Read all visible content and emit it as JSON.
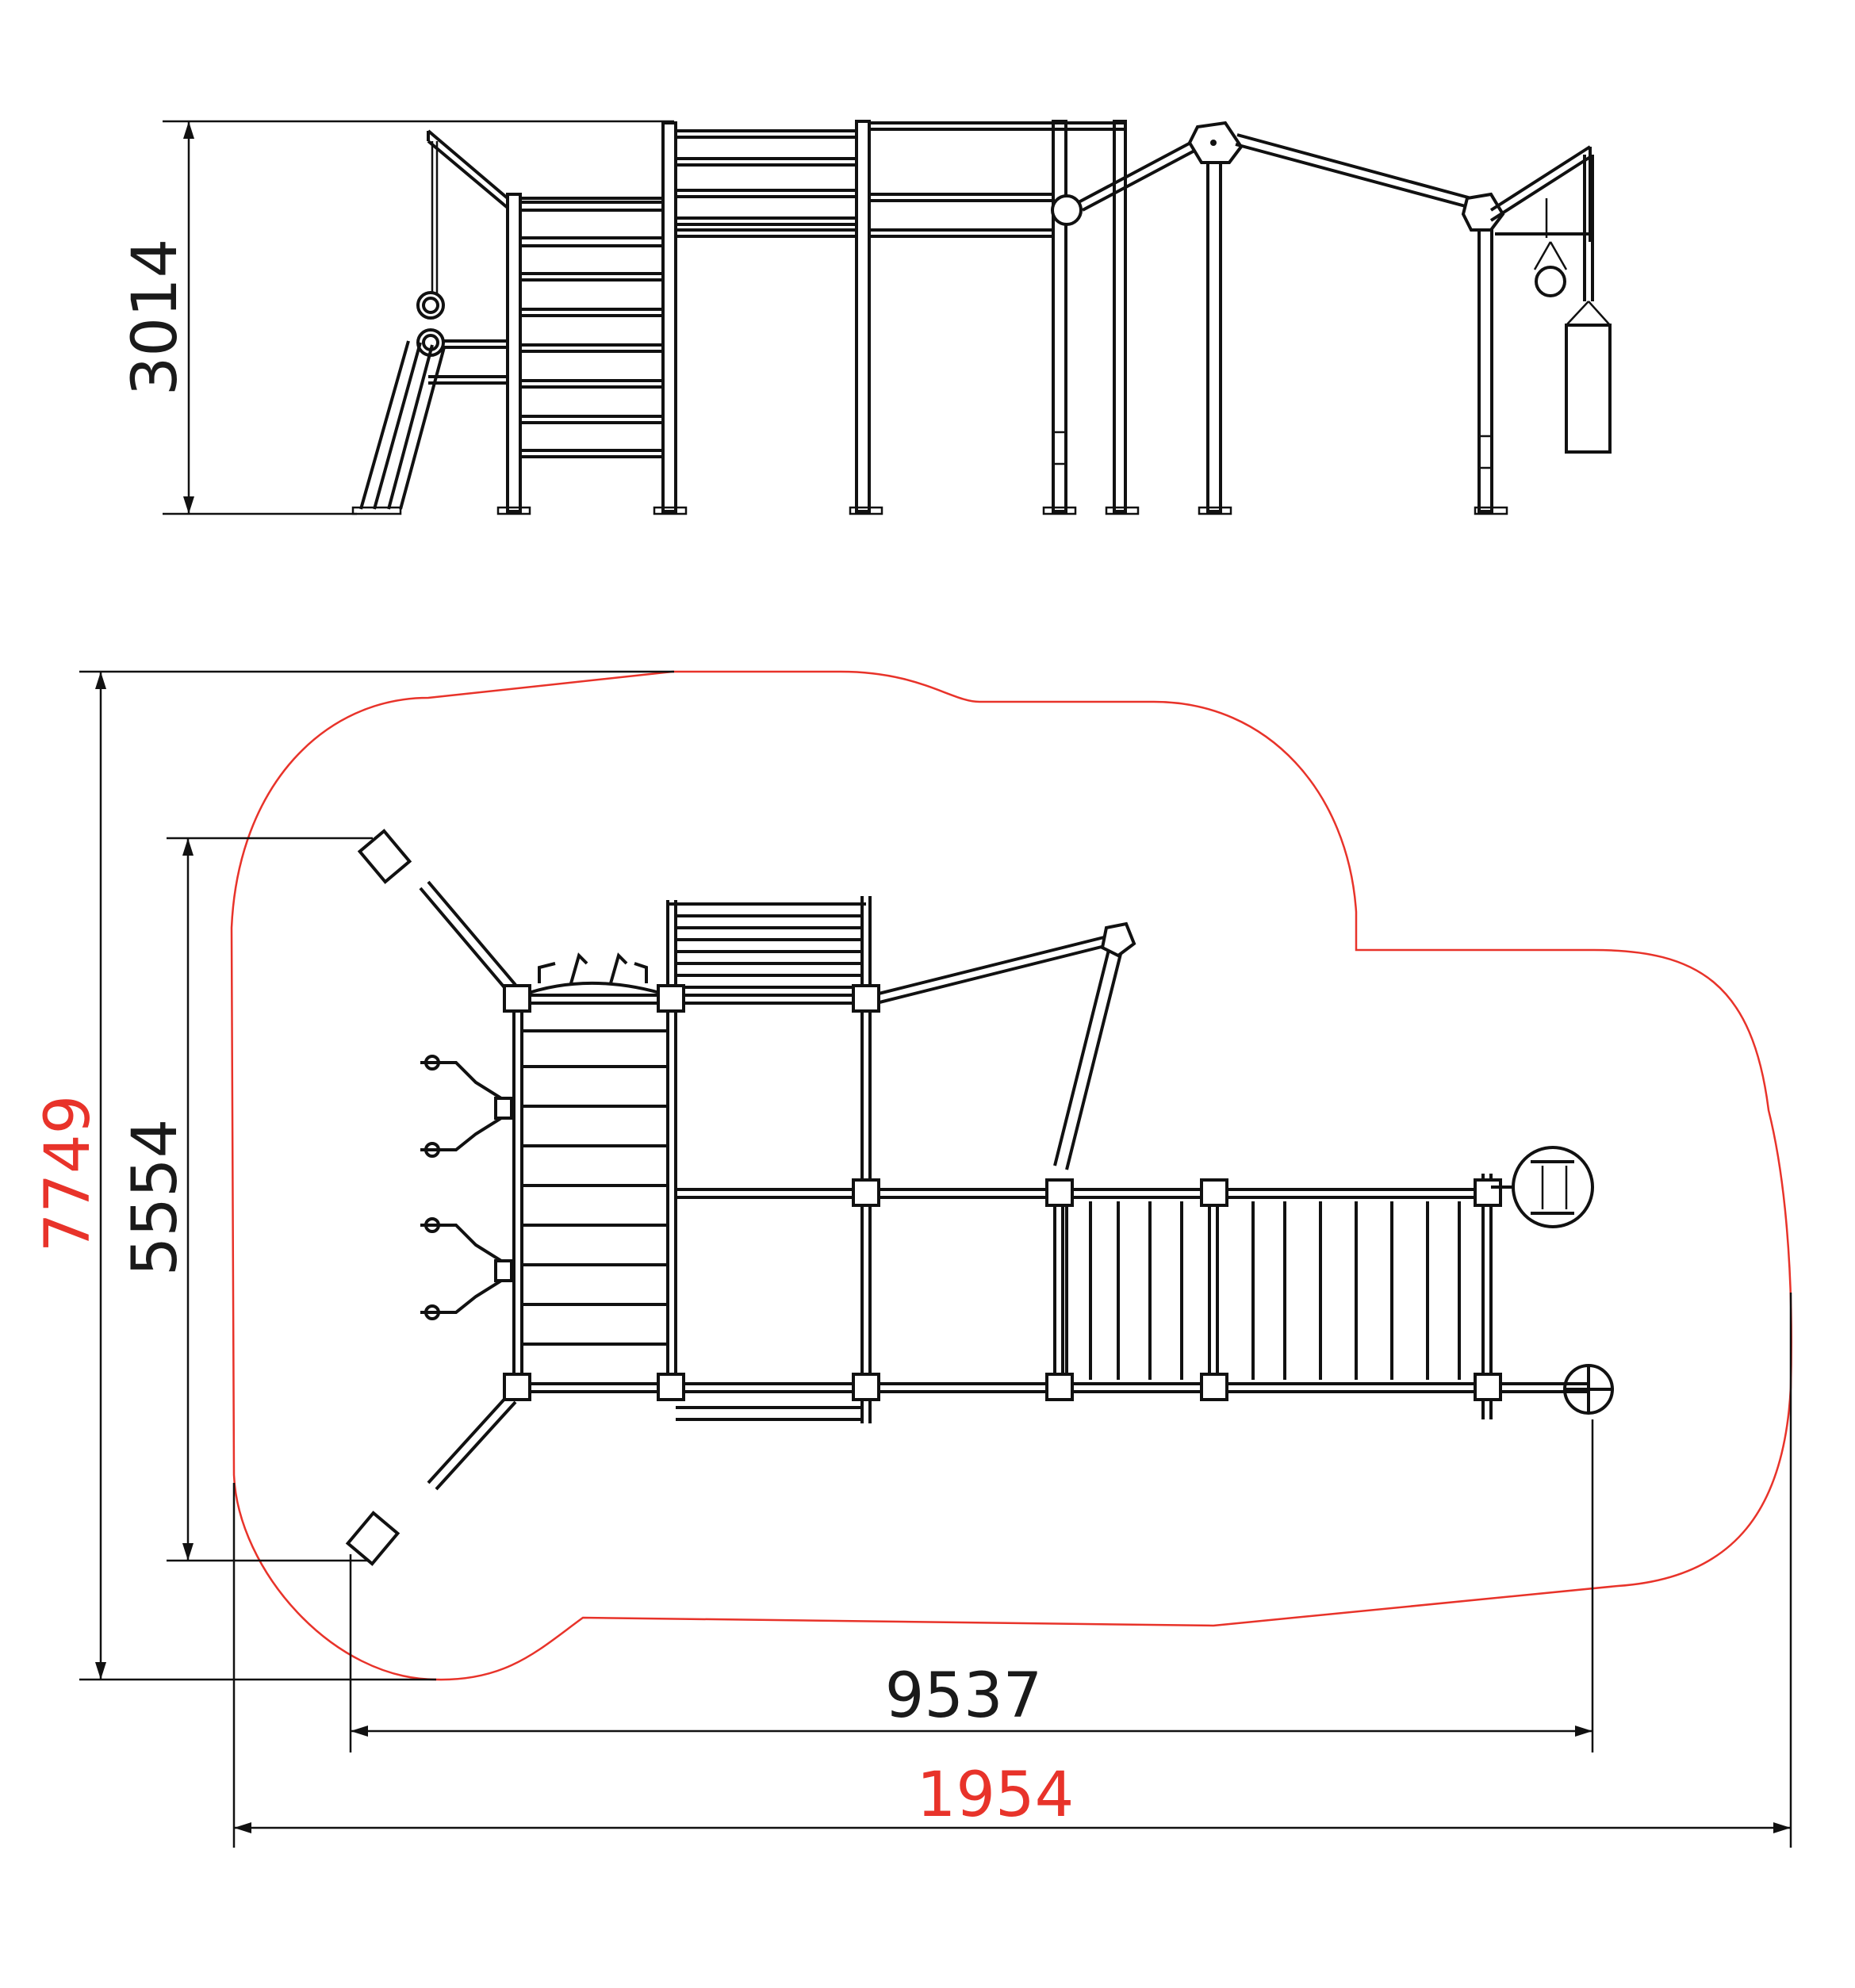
{
  "dimensions": {
    "height": "3014",
    "plan_depth_total": "7749",
    "plan_depth_equipment": "5554",
    "plan_width_equipment": "9537",
    "plan_width_total": "1954"
  },
  "colors": {
    "line": "#111111",
    "safety_zone": "#e8332a",
    "background": "#ffffff"
  }
}
